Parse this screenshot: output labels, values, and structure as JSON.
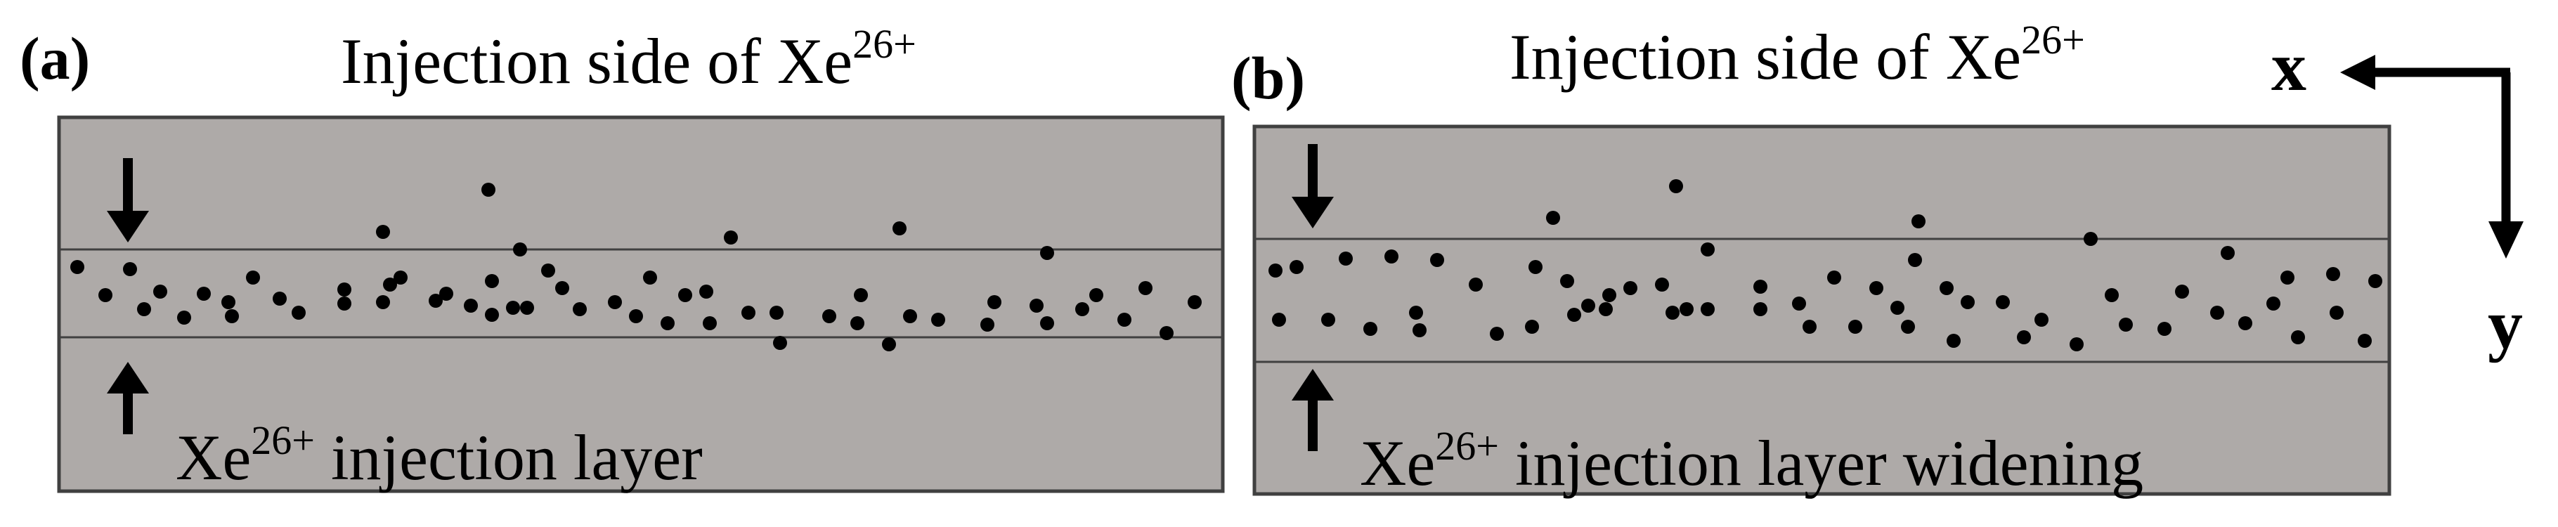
{
  "colors": {
    "panel_fill": "#aeaaa8",
    "panel_border": "#404040",
    "layer_line": "#404040",
    "ion": "#000000",
    "text": "#000000"
  },
  "panels": [
    {
      "label": "(a)",
      "top_text": "Injection side of Xe",
      "top_sup": "26+",
      "bottom_text_pre": "Xe",
      "bottom_sup": "26+",
      "bottom_text_post": " injection layer",
      "arrow_markers": [
        "down-arrow-icon",
        "up-arrow-icon"
      ]
    },
    {
      "label": "(b)",
      "top_text": "Injection side of Xe",
      "top_sup": "26+",
      "bottom_text_pre": "Xe",
      "bottom_sup": "26+",
      "bottom_text_post": " injection layer widening",
      "arrow_markers": [
        "down-arrow-icon",
        "up-arrow-icon"
      ]
    }
  ],
  "axes": {
    "x_label": "x",
    "y_label": "y",
    "icons": [
      "left-arrow-icon",
      "down-arrow-icon"
    ]
  }
}
